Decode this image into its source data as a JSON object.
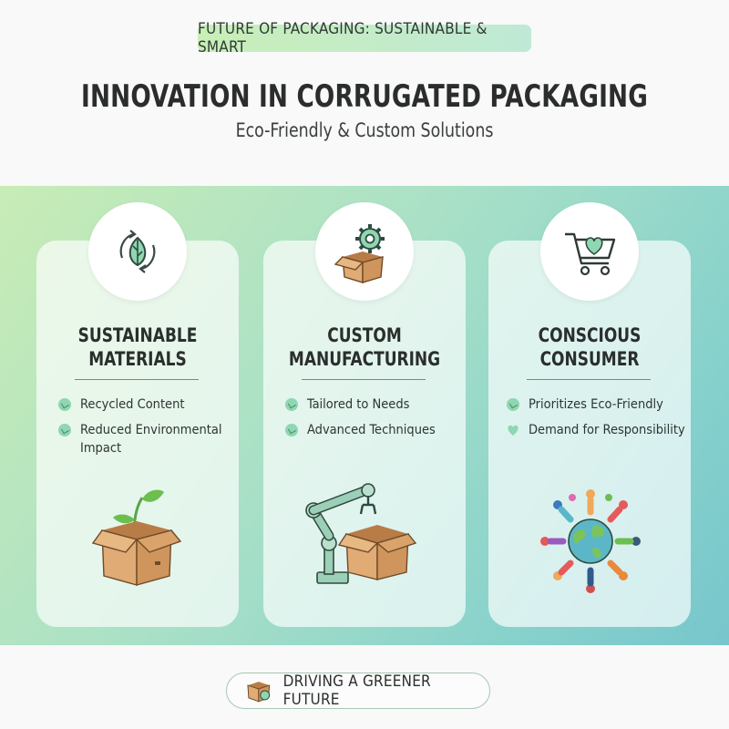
{
  "header": {
    "tag": "FUTURE OF PACKAGING: SUSTAINABLE & SMART",
    "title": "INNOVATION IN CORRUGATED PACKAGING",
    "subtitle": "Eco-Friendly & Custom Solutions"
  },
  "cards": [
    {
      "icon": "recycle-leaf-icon",
      "title_line1": "SUSTAINABLE",
      "title_line2": "MATERIALS",
      "bullets": [
        "Recycled Content",
        "Reduced Environmental",
        "Impact"
      ],
      "illustration": "box-with-sprout"
    },
    {
      "icon": "gear-box-icon",
      "title_line1": "CUSTOM",
      "title_line2": "MANUFACTURING",
      "bullets": [
        "Tailored to Needs",
        "Advanced Techniques"
      ],
      "illustration": "robotic-arm-with-box"
    },
    {
      "icon": "cart-heart-icon",
      "title_line1": "CONSCIOUS",
      "title_line2": "CONSUMER",
      "bullets": [
        "Prioritizes Eco-Friendly",
        "Demand for Responsibility"
      ],
      "illustration": "people-around-globe"
    }
  ],
  "footer": {
    "label": "DRIVING A GREENER FUTURE",
    "icon": "recycle-box-icon"
  },
  "colors": {
    "accent_green": "#8fd6b2",
    "box_brown": "#d9a56f",
    "teal": "#78c6cc"
  }
}
